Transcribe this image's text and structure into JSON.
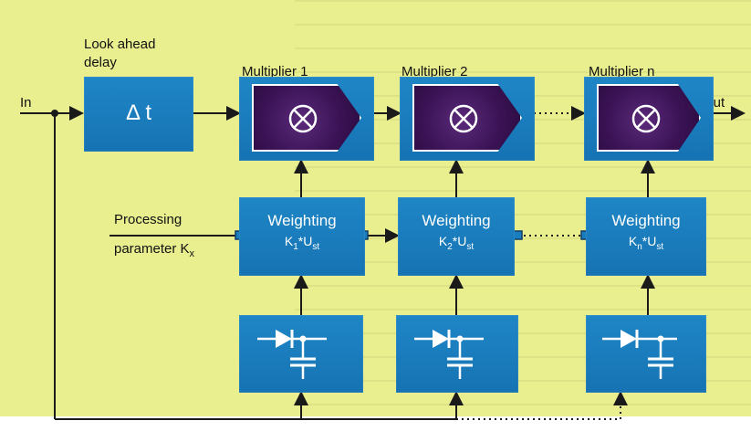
{
  "labels": {
    "in": "In",
    "out": "Out",
    "look_ahead_line1": "Look ahead",
    "look_ahead_line2": "delay",
    "delta_t": "Δ t",
    "processing_line1": "Processing",
    "processing_line2": "parameter K",
    "processing_subscript": "x"
  },
  "multipliers": [
    {
      "title": "Multiplier 1"
    },
    {
      "title": "Multiplier 2"
    },
    {
      "title": "Multiplier n"
    }
  ],
  "weightings": [
    {
      "title": "Weighting",
      "k": "K",
      "k_sub": "1",
      "u": "*U",
      "u_sub": "st"
    },
    {
      "title": "Weighting",
      "k": "K",
      "k_sub": "2",
      "u": "*U",
      "u_sub": "st"
    },
    {
      "title": "Weighting",
      "k": "K",
      "k_sub": "n",
      "u": "*U",
      "u_sub": "st"
    }
  ],
  "colors": {
    "background": "#e9ee8f",
    "box_blue": "#1a7dc0",
    "panel_purple": "#3b1356",
    "wire": "#1a1a1a"
  },
  "icons": {
    "multiplier": "circled-times-icon",
    "rectifier": "diode-capacitor-icon"
  }
}
